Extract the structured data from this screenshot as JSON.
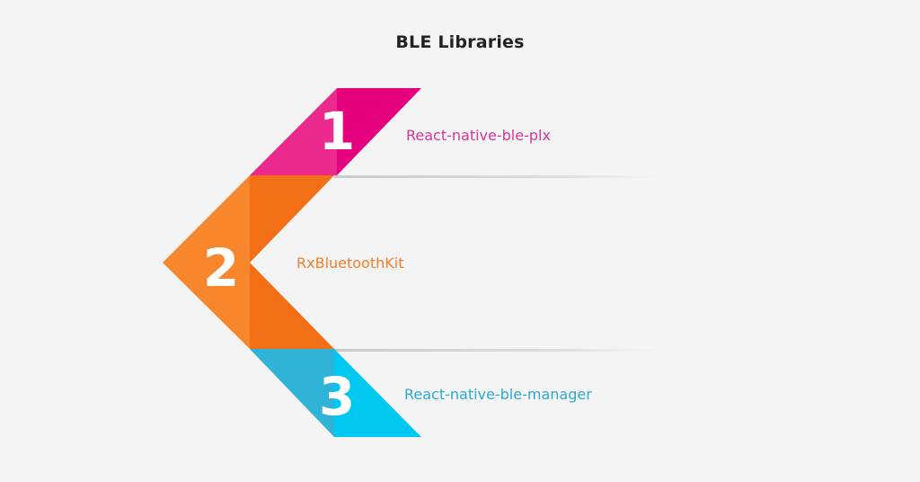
{
  "title": "BLE Libraries",
  "colors": {
    "pink": "#ec2a8e",
    "pink_dark": "#e5007e",
    "orange": "#f8862c",
    "orange_dark": "#f36f16",
    "blue": "#2fb3d8",
    "blue_light": "#00c8f0"
  },
  "items": [
    {
      "number": "1",
      "label": "React-native-ble-plx",
      "color": "#d8359a"
    },
    {
      "number": "2",
      "label": "RxBluetoothKit",
      "color": "#f07e2a"
    },
    {
      "number": "3",
      "label": "React-native-ble-manager",
      "color": "#2ea9cf"
    }
  ]
}
